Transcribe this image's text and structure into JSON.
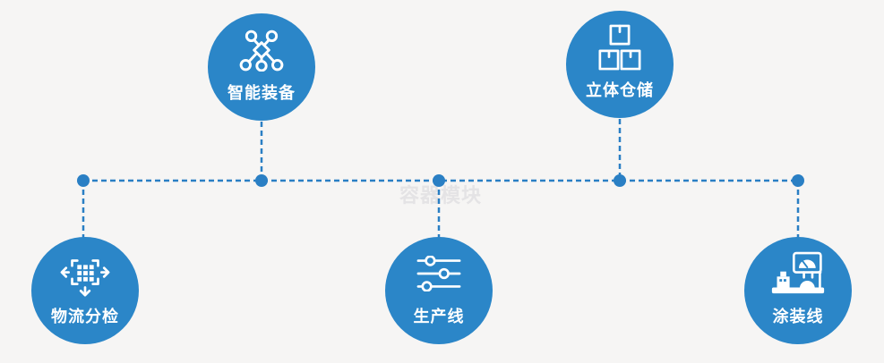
{
  "diagram": {
    "watermark": "容器模块",
    "nodes": [
      {
        "id": "smart-equipment",
        "label": "智能装备",
        "icon": "network-nodes-icon"
      },
      {
        "id": "stereo-warehouse",
        "label": "立体仓储",
        "icon": "stacked-boxes-icon"
      },
      {
        "id": "logistics-sorting",
        "label": "物流分检",
        "icon": "sorting-dispatch-icon"
      },
      {
        "id": "production-line",
        "label": "生产线",
        "icon": "sliders-icon"
      },
      {
        "id": "coating-line",
        "label": "涂装线",
        "icon": "machine-console-icon"
      }
    ],
    "colors": {
      "node_fill": "#2b86c8",
      "connector": "#2a7fc4",
      "background": "#f6f5f4",
      "watermark": "#e4e3e5",
      "icon_stroke": "#ffffff"
    }
  }
}
